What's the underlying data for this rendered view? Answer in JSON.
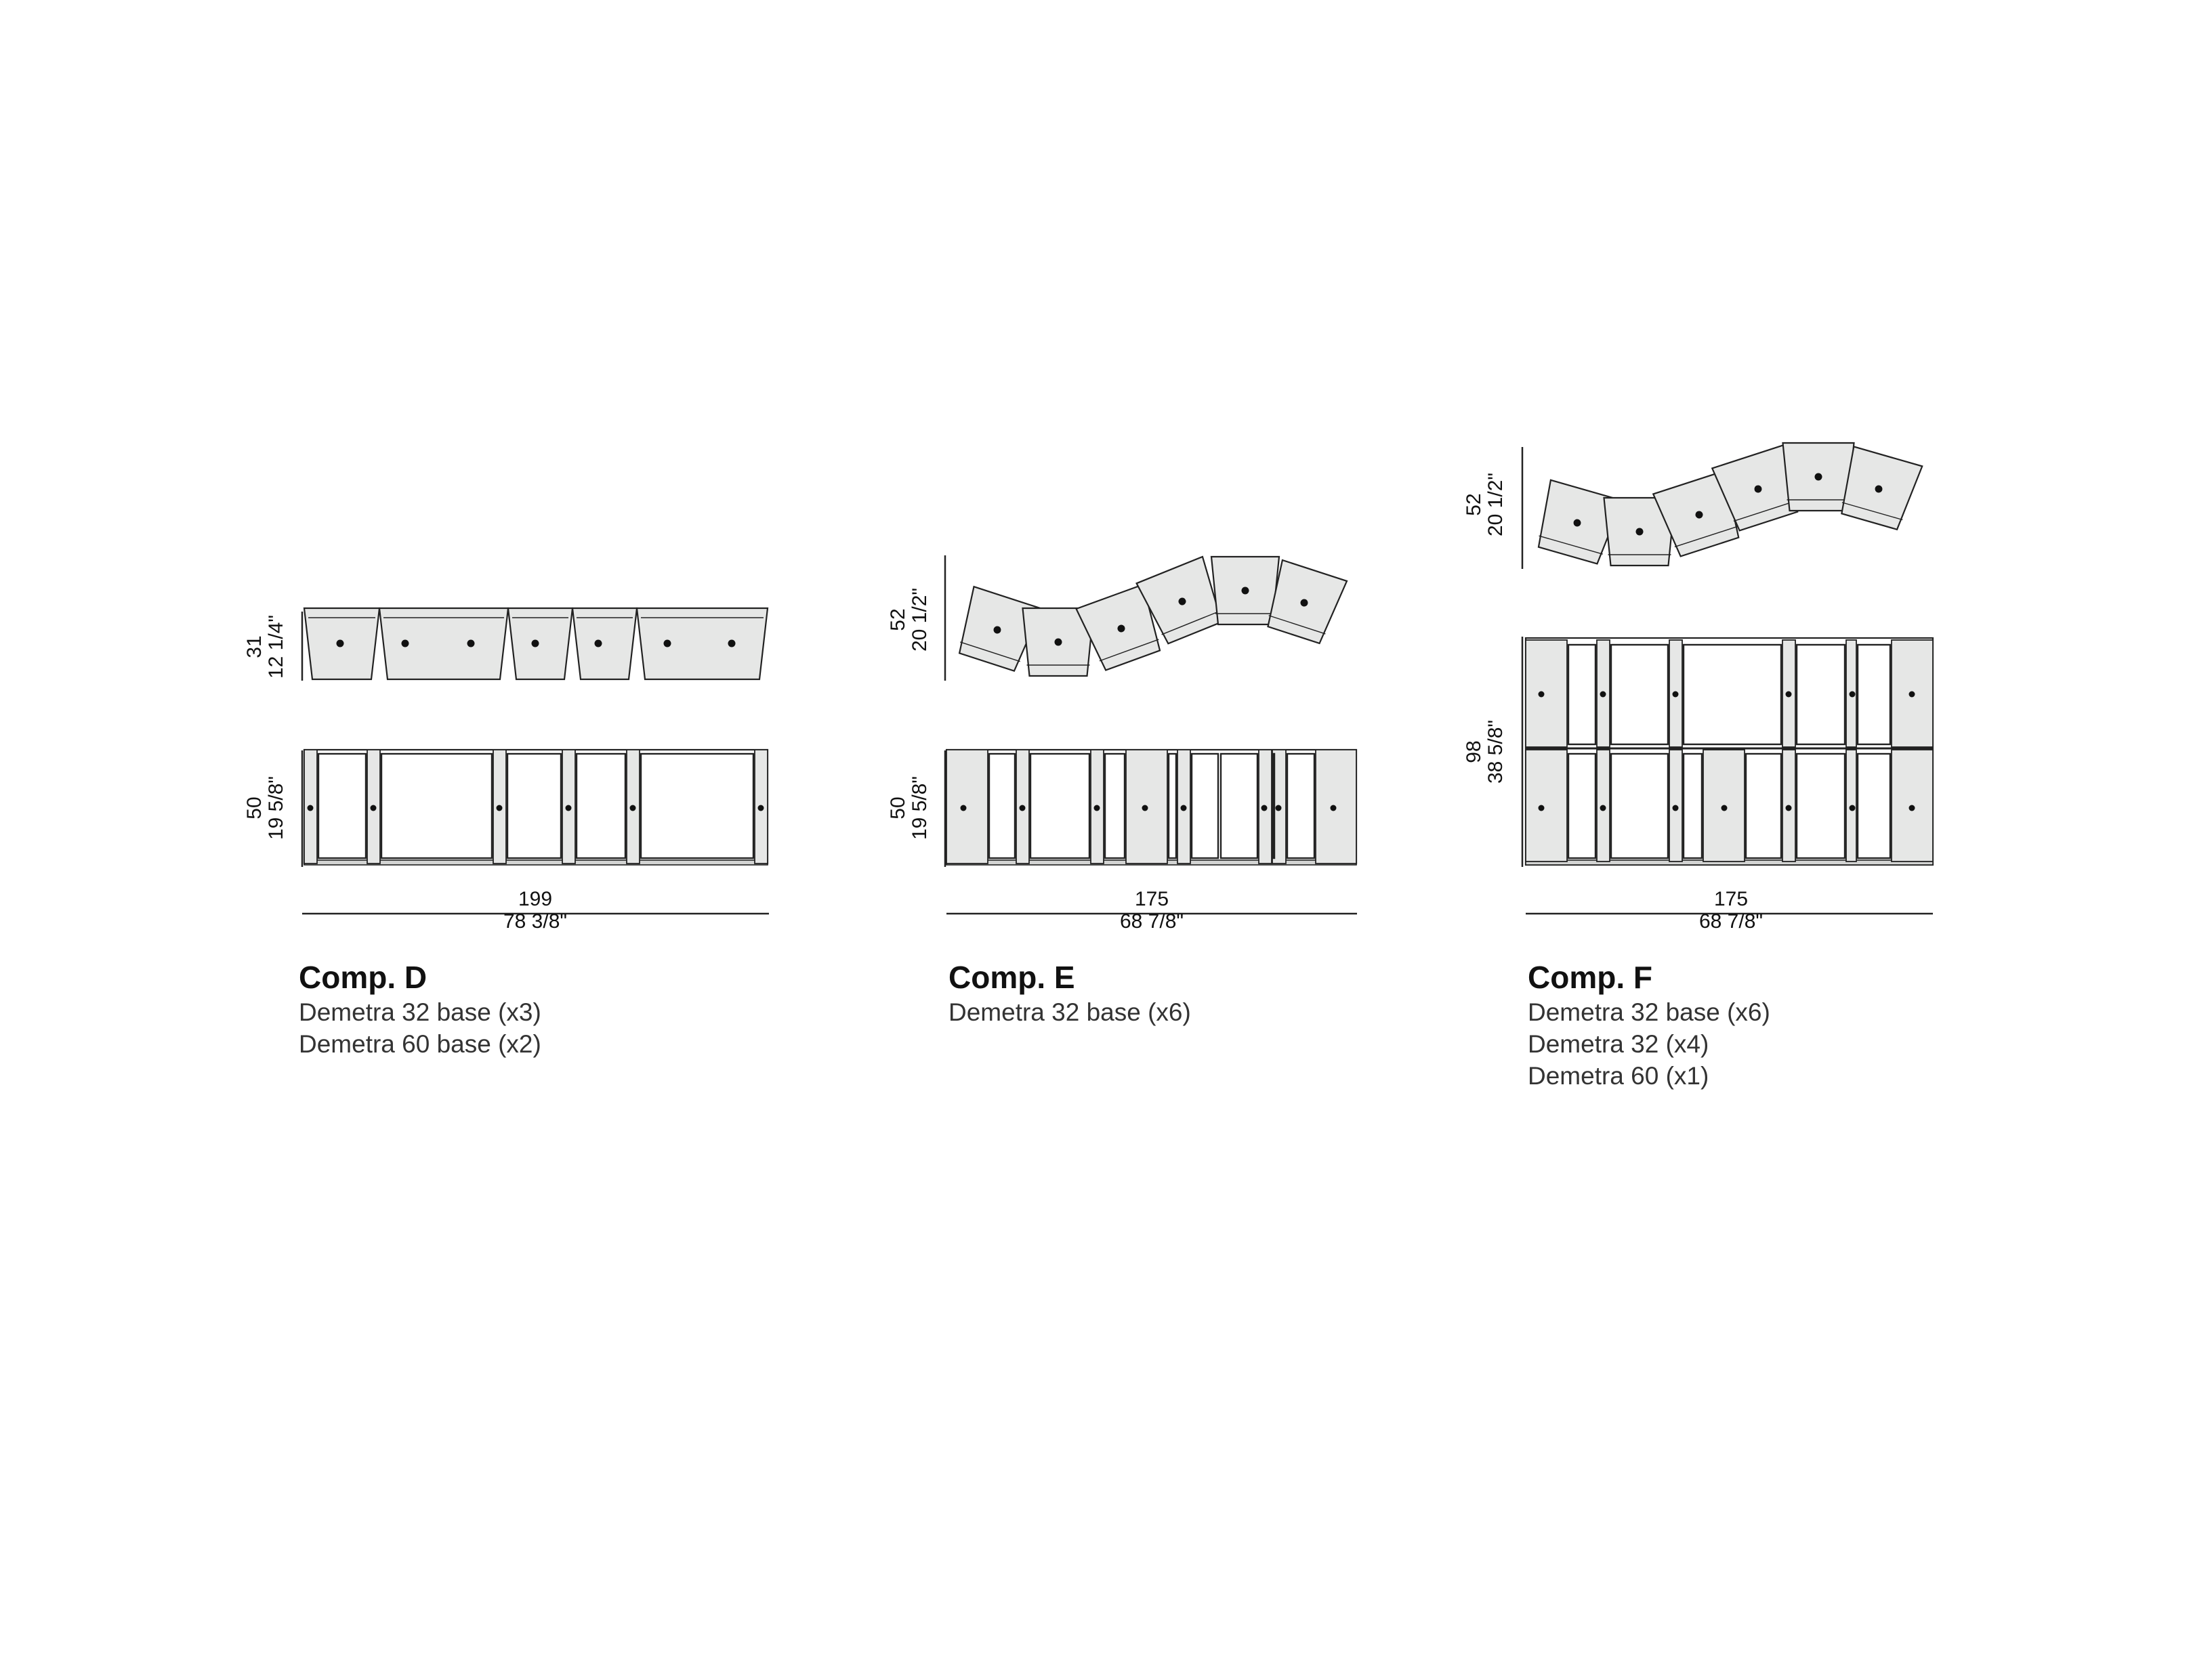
{
  "compositions": [
    {
      "id": "D",
      "title": "Comp. D",
      "items": [
        "Demetra 32 base (x3)",
        "Demetra 60 base (x2)"
      ],
      "plan_depth": {
        "cm": "31",
        "in": "12 1/4\""
      },
      "front_height": {
        "cm": "50",
        "in": "19 5/8\""
      },
      "width": {
        "cm": "199",
        "in": "78 3/8\""
      }
    },
    {
      "id": "E",
      "title": "Comp. E",
      "items": [
        "Demetra 32 base (x6)"
      ],
      "plan_depth": {
        "cm": "52",
        "in": "20 1/2\""
      },
      "front_height": {
        "cm": "50",
        "in": "19 5/8\""
      },
      "width": {
        "cm": "175",
        "in": "68 7/8\""
      }
    },
    {
      "id": "F",
      "title": "Comp. F",
      "items": [
        "Demetra 32 base (x6)",
        "Demetra 32 (x4)",
        "Demetra 60 (x1)"
      ],
      "plan_depth": {
        "cm": "52",
        "in": "20 1/2\""
      },
      "front_height": {
        "cm": "98",
        "in": "38 5/8\""
      },
      "width": {
        "cm": "175",
        "in": "68 7/8\""
      }
    }
  ],
  "colors": {
    "panel_fill": "#e6e7e6",
    "panel_dark": "#d3d4d3",
    "line": "#222222",
    "knob": "#111111"
  }
}
